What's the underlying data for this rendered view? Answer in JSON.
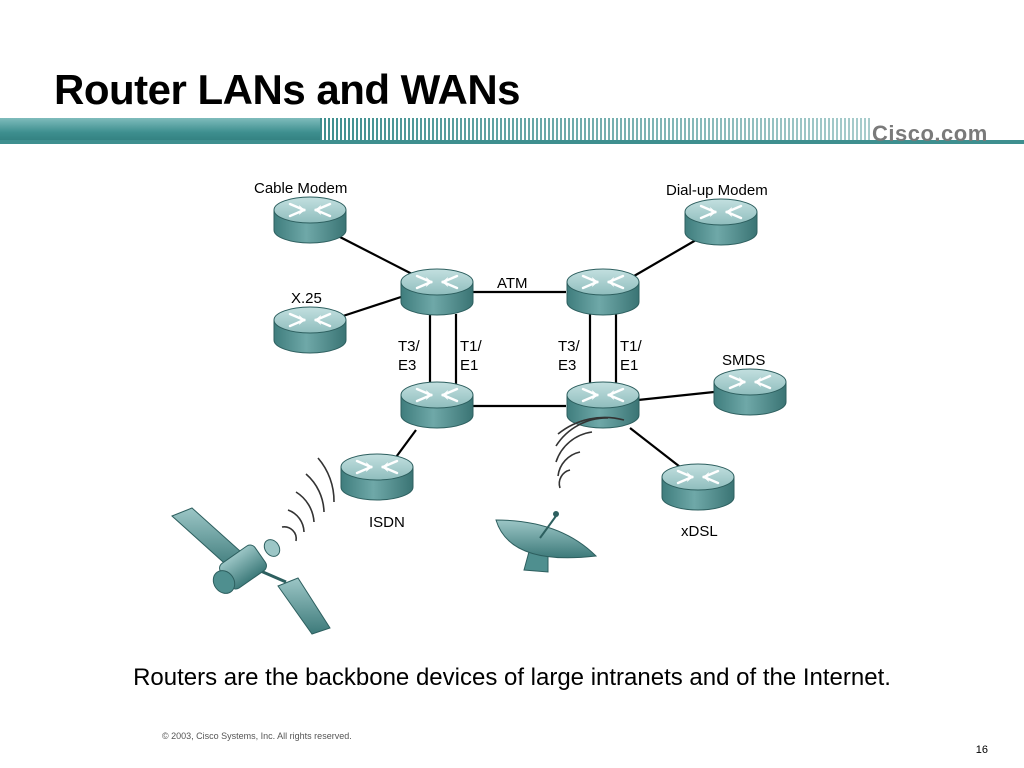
{
  "slide": {
    "title": "Router LANs and WANs",
    "logo_text": "Cisco.com",
    "caption": "Routers are the backbone devices of large intranets and of the Internet.",
    "copyright": "© 2003, Cisco Systems, Inc. All rights reserved.",
    "page_number": "16"
  },
  "diagram": {
    "labels": {
      "cable_modem": "Cable Modem",
      "dialup_modem": "Dial-up Modem",
      "x25": "X.25",
      "atm": "ATM",
      "t3_left": "T3/",
      "e3_left": "E3",
      "t1_left": "T1/",
      "e1_left": "E1",
      "t3_right": "T3/",
      "e3_right": "E3",
      "t1_right": "T1/",
      "e1_right": "E1",
      "smds": "SMDS",
      "isdn": "ISDN",
      "xdsl": "xDSL"
    }
  },
  "colors": {
    "accent": "#3e8f8f",
    "router_top": "#a9cfcf",
    "router_body": "#4f8f8f"
  }
}
